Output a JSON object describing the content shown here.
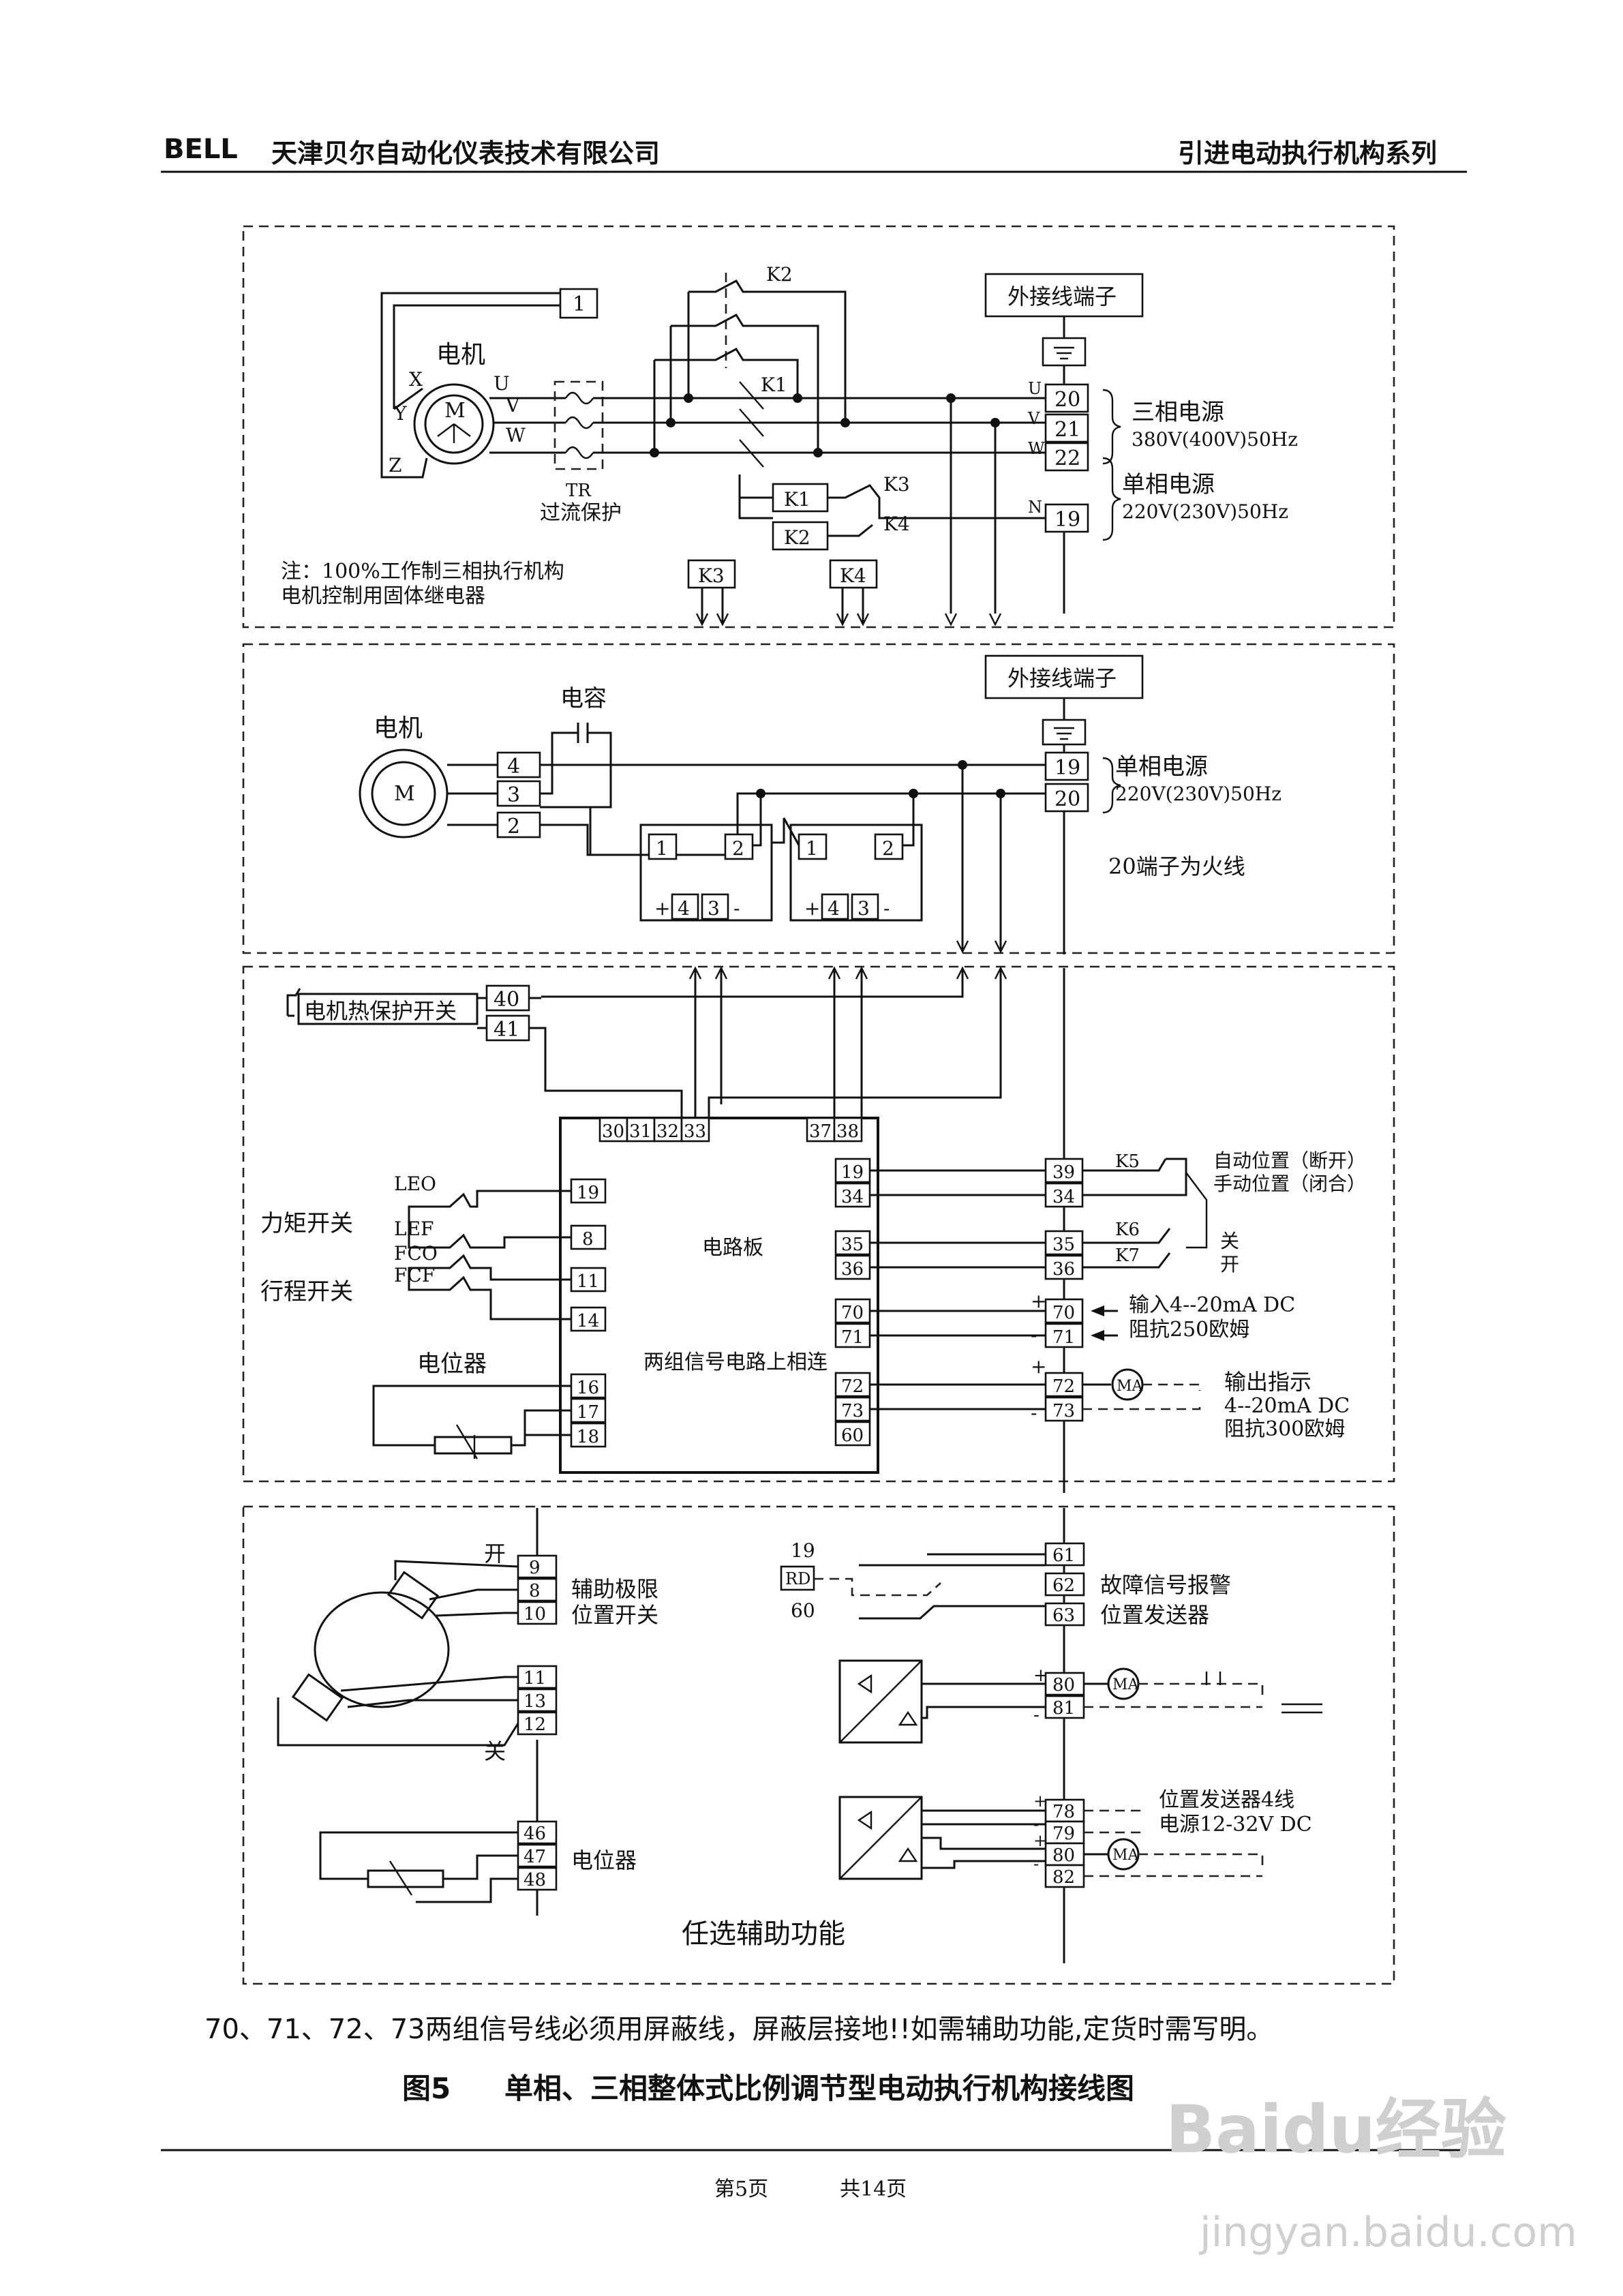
{
  "header": {
    "brand": "BELL",
    "company": "天津贝尔自动化仪表技术有限公司",
    "series": "引进电动执行机构系列"
  },
  "s1": {
    "motor": "电机",
    "x": "X",
    "y": "Y",
    "z": "Z",
    "m": "M",
    "u": "U",
    "v": "V",
    "w": "W",
    "t1": "1",
    "k2": "K2",
    "k1": "K1",
    "k3": "K3",
    "k4": "K4",
    "k1b": "K1",
    "k2b": "K2",
    "tr": "TR",
    "overcurrent": "过流保护",
    "ext_terminal": "外接线端子",
    "tu": "U",
    "tv": "V",
    "tw": "W",
    "tn": "N",
    "t20": "20",
    "t21": "21",
    "t22": "22",
    "t19": "19",
    "three_phase": "三相电源",
    "three_phase_v": "380V(400V)50Hz",
    "single_phase": "单相电源",
    "single_phase_v": "220V(230V)50Hz",
    "note1": "注：100%工作制三相执行机构",
    "note2": "电机控制用固体继电器",
    "k3box": "K3",
    "k4box": "K4"
  },
  "s2": {
    "motor": "电机",
    "m": "M",
    "capacitor": "电容",
    "ext_terminal": "外接线端子",
    "t4": "4",
    "t3": "3",
    "t2": "2",
    "t19": "19",
    "t20": "20",
    "single_phase": "单相电源",
    "single_phase_v": "220V(230V)50Hz",
    "live_note": "20端子为火线",
    "r1a": "1",
    "r1b": "2",
    "r1p": "+",
    "r1c": "4",
    "r1d": "3",
    "r1m": "-",
    "r2a": "1",
    "r2b": "2",
    "r2p": "+",
    "r2c": "4",
    "r2d": "3",
    "r2m": "-"
  },
  "s3": {
    "thermal": "电机热保护开关",
    "t40": "40",
    "t41": "41",
    "top": [
      "30",
      "31",
      "32",
      "33",
      "37",
      "38"
    ],
    "left": [
      "19",
      "8",
      "11",
      "14",
      "16",
      "17",
      "18"
    ],
    "right": [
      "19",
      "34",
      "35",
      "36",
      "70",
      "71",
      "72",
      "73",
      "60"
    ],
    "ext": [
      "39",
      "34",
      "35",
      "36",
      "70",
      "71",
      "72",
      "73"
    ],
    "board": "电路板",
    "linked": "两组信号电路上相连",
    "torque": "力矩开关",
    "travel": "行程开关",
    "pot": "电位器",
    "leo": "LEO",
    "lef": "LEF",
    "fco": "FCO",
    "fcf": "FCF",
    "k5": "K5",
    "k6": "K6",
    "k7": "K7",
    "auto": "自动位置（断开）",
    "manual": "手动位置（闭合）",
    "close": "关",
    "open": "开",
    "in1": "输入4--20mA DC",
    "in2": "阻抗250欧姆",
    "out1": "输出指示",
    "out2": "4--20mA DC",
    "out3": "阻抗300欧姆",
    "ma": "MA",
    "plus1": "+",
    "minus1": "-",
    "plus2": "+",
    "minus2": "-"
  },
  "s4": {
    "open": "开",
    "close": "关",
    "t9": "9",
    "t8": "8",
    "t10": "10",
    "t11": "11",
    "t13": "13",
    "t12": "12",
    "t46": "46",
    "t47": "47",
    "t48": "48",
    "aux1": "辅助极限",
    "aux2": "位置开关",
    "pot": "电位器",
    "rd": "RD",
    "rd19": "19",
    "rd60": "60",
    "t61": "61",
    "t62": "62",
    "t63": "63",
    "t80": "80",
    "t81": "81",
    "t78": "78",
    "t79": "79",
    "t80b": "80",
    "t82": "82",
    "fault": "故障信号报警",
    "transmitter": "位置发送器",
    "tx4a": "位置发送器4线",
    "tx4b": "电源12-32V  DC",
    "ma1": "MA",
    "ma2": "MA",
    "optional": "任选辅助功能",
    "p1": "+",
    "m1": "-",
    "p2": "+",
    "m2": "-",
    "p3": "+",
    "m3": "-"
  },
  "notes": {
    "shield": "70、71、72、73两组信号线必须用屏蔽线，屏蔽层接地!!如需辅助功能,定货时需写明。"
  },
  "caption": {
    "fig": "图5",
    "title": "单相、三相整体式比例调节型电动执行机构接线图"
  },
  "footer": {
    "page": "第5页",
    "total": "共14页"
  },
  "watermark": {
    "logo": "Baidu经验",
    "url": "jingyan.baidu.com"
  }
}
